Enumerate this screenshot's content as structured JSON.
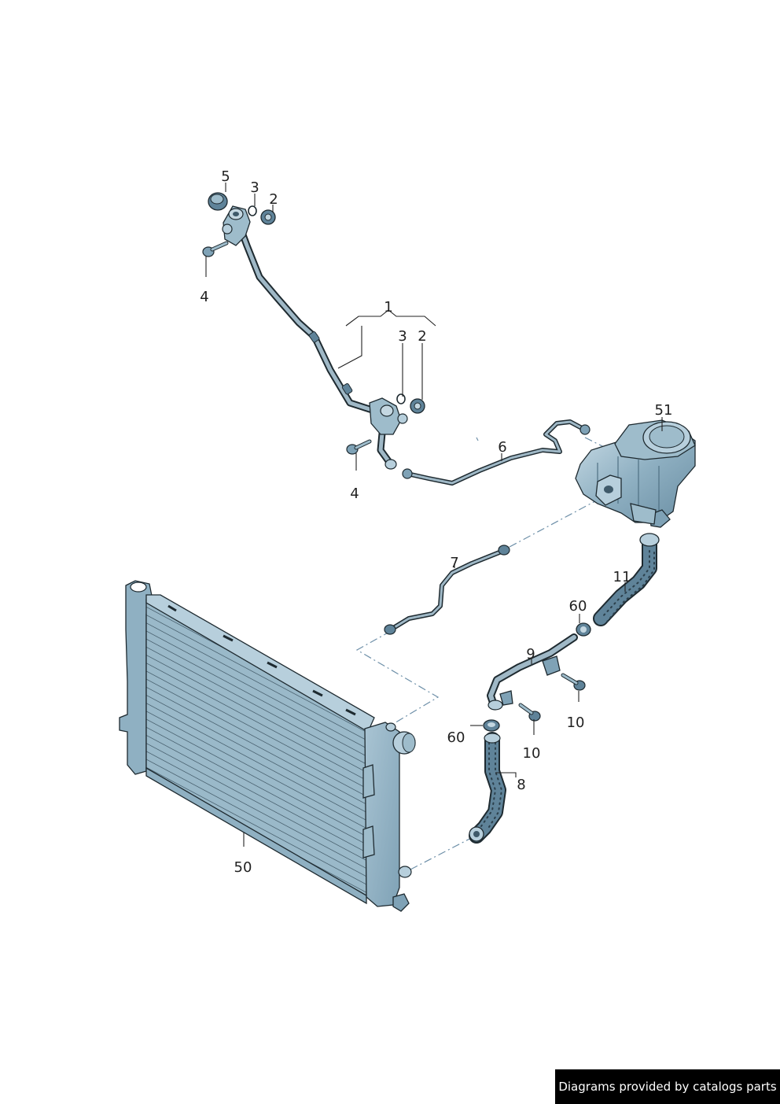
{
  "callouts": {
    "c1": "1",
    "c2a": "2",
    "c2b": "2",
    "c3a": "3",
    "c3b": "3",
    "c4a": "4",
    "c4b": "4",
    "c5": "5",
    "c6": "6",
    "c7": "7",
    "c8": "8",
    "c9": "9",
    "c10a": "10",
    "c10b": "10",
    "c11": "11",
    "c50": "50",
    "c51": "51",
    "c60a": "60",
    "c60b": "60"
  },
  "credit": "Diagrams provided by catalogs parts",
  "colors": {
    "part_fill": "#8fb0c2",
    "part_light": "#b7cfdc",
    "part_dark": "#5f8399",
    "outline": "#1e2a30",
    "dash_line": "#6d8fa8"
  }
}
